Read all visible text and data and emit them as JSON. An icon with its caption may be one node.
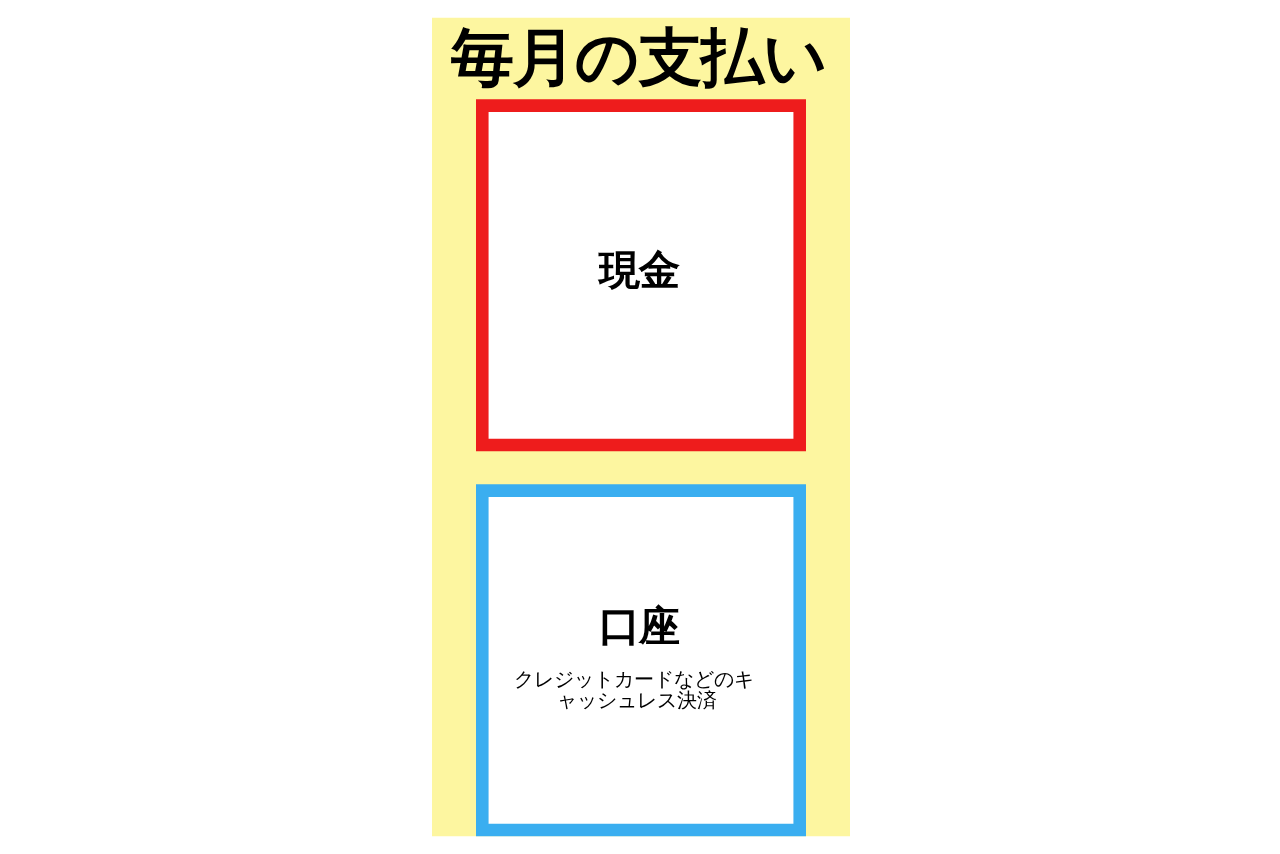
{
  "diagram": {
    "title": "毎月の支払い",
    "nodes": [
      {
        "text": [
          "現金"
        ]
      },
      {
        "text": [
          "口座",
          "クレジットカードなどのキャッシュレス決済"
        ]
      }
    ]
  }
}
